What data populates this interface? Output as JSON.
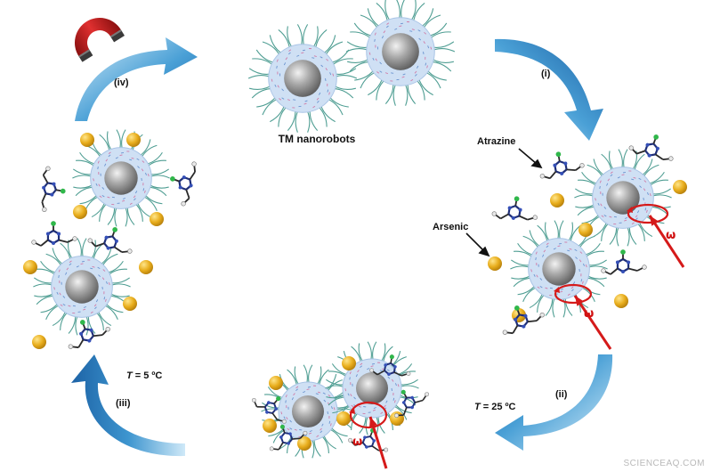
{
  "labels": {
    "title": "TM nanorobots",
    "step_i": "(i)",
    "step_ii": "(ii)",
    "step_iii": "(iii)",
    "step_iv": "(iv)",
    "atrazine": "Atrazine",
    "arsenic": "Arsenic",
    "temp_25": "= 25 ºC",
    "temp_5": "= 5 ºC",
    "temp_symbol": "T",
    "omega": "ω",
    "watermark": "SCIENCEAQ.COM"
  },
  "icons": [
    "magnet-icon",
    "rotation-arrow-icon",
    "cycle-arrow-icon",
    "nanorobot-icon",
    "atrazine-molecule-icon",
    "arsenic-particle-icon"
  ],
  "colors": {
    "arrow": "#2a86c4",
    "arrow_light": "#b9def4",
    "nanorobot_core": "#9a9a9a",
    "shell": "#cfe0f4",
    "polymer_strand": "#4f9e93",
    "arsenic": "#e2ab1a",
    "molecule_bond": "#1f2f78",
    "rotation": "#d51a1a"
  }
}
